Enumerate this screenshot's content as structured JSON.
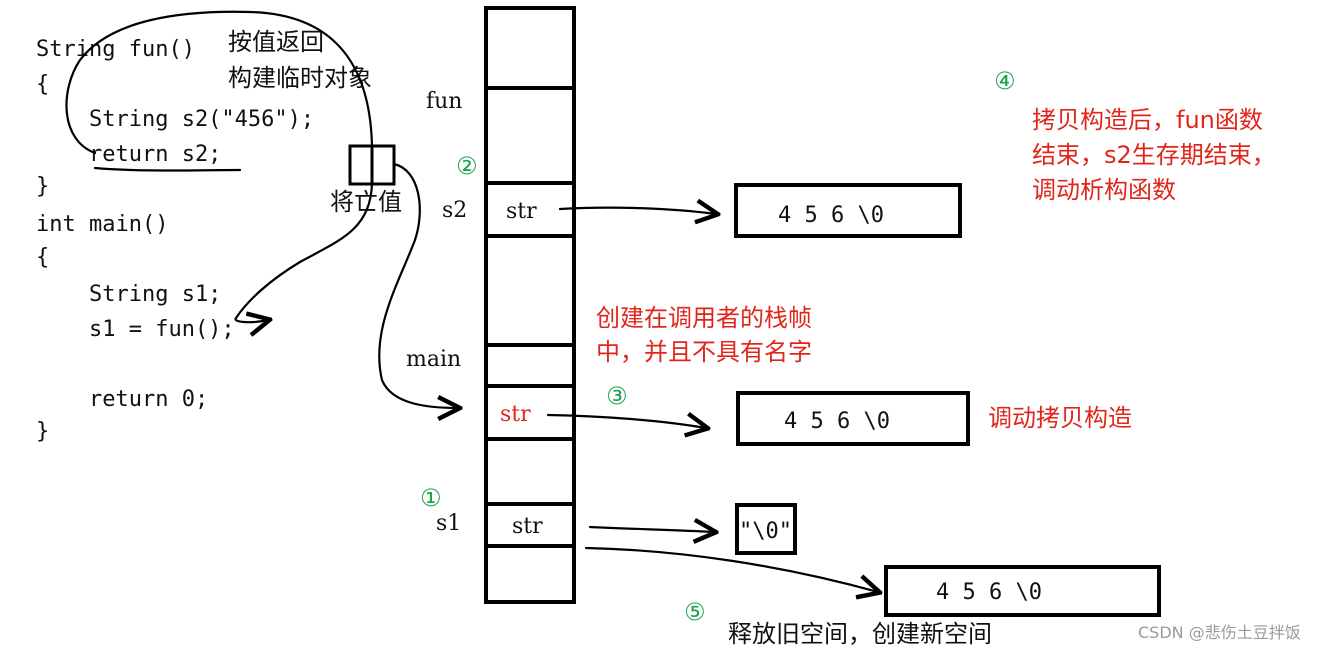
{
  "code_lines": [
    "String fun()",
    "{",
    "    String s2(\"456\");",
    "    return s2;",
    "}",
    "int main()",
    "{",
    "    String s1;",
    "    s1 = fun();",
    "",
    "    return 0;",
    "}"
  ],
  "annotations": {
    "return_by_value": [
      "按值返回",
      "构建临时对象"
    ],
    "rvalue": "将亡值",
    "temp_in_caller": [
      "创建在调用者的栈帧",
      "中，并且不具有名字"
    ],
    "after_copy": [
      "拷贝构造后，fun函数",
      "结束，s2生存期结束，",
      "调动析构函数"
    ],
    "call_copy_ctor": "调动拷贝构造",
    "release_old": "释放旧空间，创建新空间"
  },
  "stack_labels": {
    "fun": "fun",
    "s2": "s2",
    "main": "main",
    "s1": "s1"
  },
  "slots": {
    "s2_str": "str",
    "temp_str": "str",
    "s1_str": "str"
  },
  "heap": {
    "s2_buffer": "4 5 6 \\0",
    "temp_buffer": "4 5 6 \\0",
    "s1_old": "\"\\0\"",
    "s1_new": "4 5 6 \\0"
  },
  "step_markers": [
    "①",
    "②",
    "③",
    "④",
    "⑤"
  ],
  "watermark": "CSDN @悲伤土豆拌饭",
  "colors": {
    "note_red": "#e0261b",
    "marker_green": "#1aa34a",
    "temp_str": "#e0261b"
  }
}
